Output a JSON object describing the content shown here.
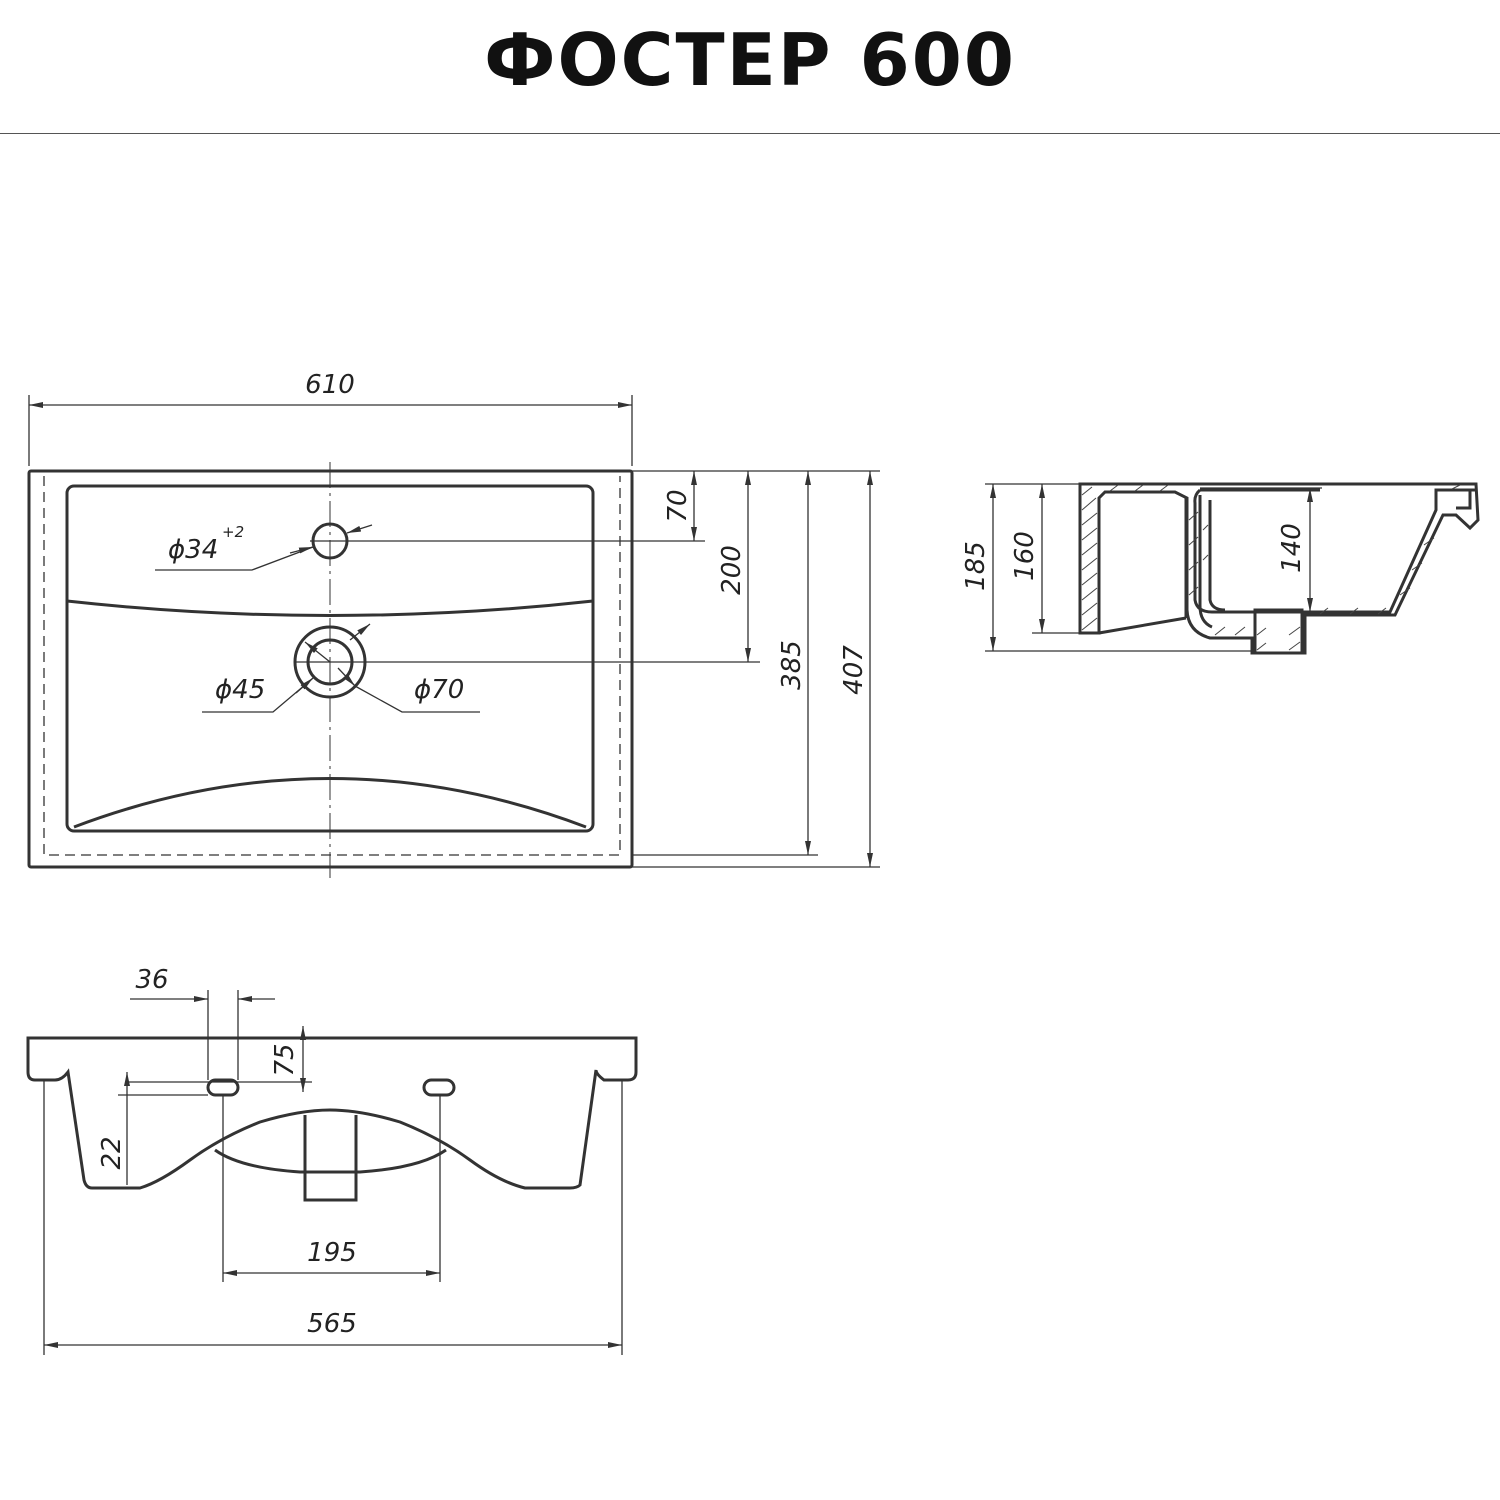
{
  "title": "ФОСТЕР 600",
  "top_view": {
    "width": "610",
    "depth_70": "70",
    "depth_200": "200",
    "depth_385": "385",
    "depth_407": "407",
    "tap_hole": "ϕ34",
    "tap_tolerance": "+2",
    "drain_inner": "ϕ45",
    "drain_outer": "ϕ70"
  },
  "side_view": {
    "height_185": "185",
    "height_160": "160",
    "height_140": "140"
  },
  "front_view": {
    "dim_36": "36",
    "dim_75": "75",
    "dim_22": "22",
    "dim_195": "195",
    "dim_565": "565"
  }
}
